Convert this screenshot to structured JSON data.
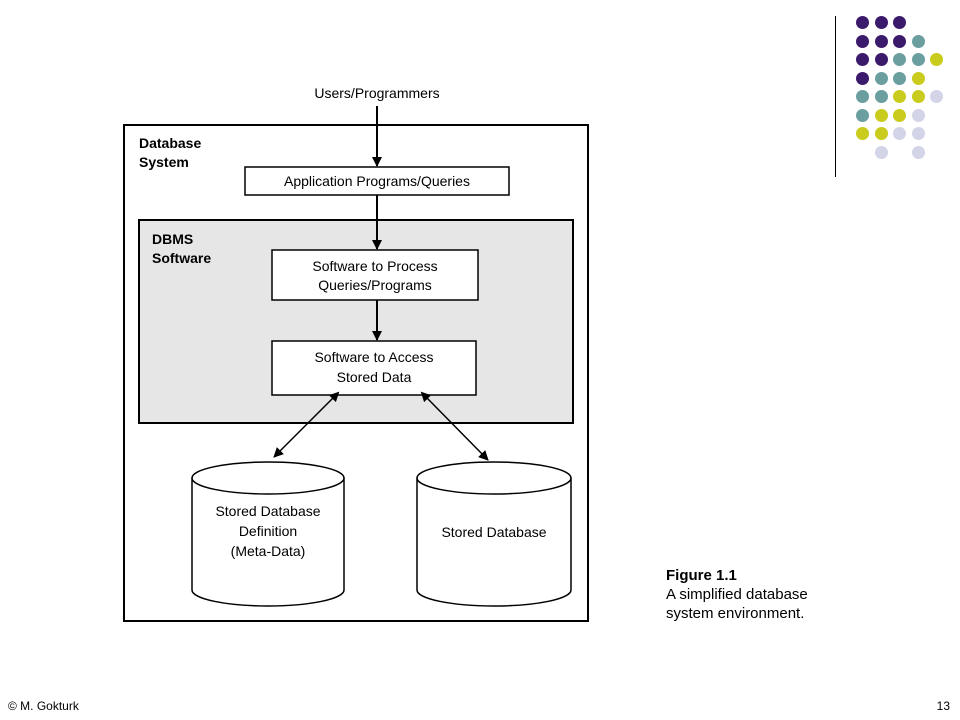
{
  "diagram": {
    "users": "Users/Programmers",
    "database_system": [
      "Database",
      "System"
    ],
    "app_programs": "Application Programs/Queries",
    "dbms_software": [
      "DBMS",
      "Software"
    ],
    "process_box": [
      "Software to Process",
      "Queries/Programs"
    ],
    "access_box": [
      "Software to Access",
      "Stored Data"
    ],
    "stored_def": [
      "Stored Database",
      "Definition",
      "(Meta-Data)"
    ],
    "stored_db": "Stored Database"
  },
  "caption": {
    "title": "Figure 1.1",
    "text_lines": [
      "A simplified database",
      "system environment."
    ]
  },
  "footer": {
    "author": "© M. Gokturk",
    "page": "13"
  },
  "decor": {
    "colors": {
      "purple": "#3b1a6b",
      "teal": "#6b9e9e",
      "lime": "#c9cc1c",
      "lavender": "#d4d4e8"
    },
    "grid": [
      [
        "purple",
        "purple",
        "purple",
        null,
        null
      ],
      [
        "purple",
        "purple",
        "purple",
        "teal",
        null
      ],
      [
        "purple",
        "purple",
        "teal",
        "teal",
        "lime"
      ],
      [
        "purple",
        "teal",
        "teal",
        "lime",
        null
      ],
      [
        "teal",
        "teal",
        "lime",
        "lime",
        "lavender"
      ],
      [
        "teal",
        "lime",
        "lime",
        "lavender",
        null
      ],
      [
        "lime",
        "lime",
        "lavender",
        "lavender",
        null
      ],
      [
        null,
        "lavender",
        null,
        "lavender",
        null
      ]
    ]
  }
}
